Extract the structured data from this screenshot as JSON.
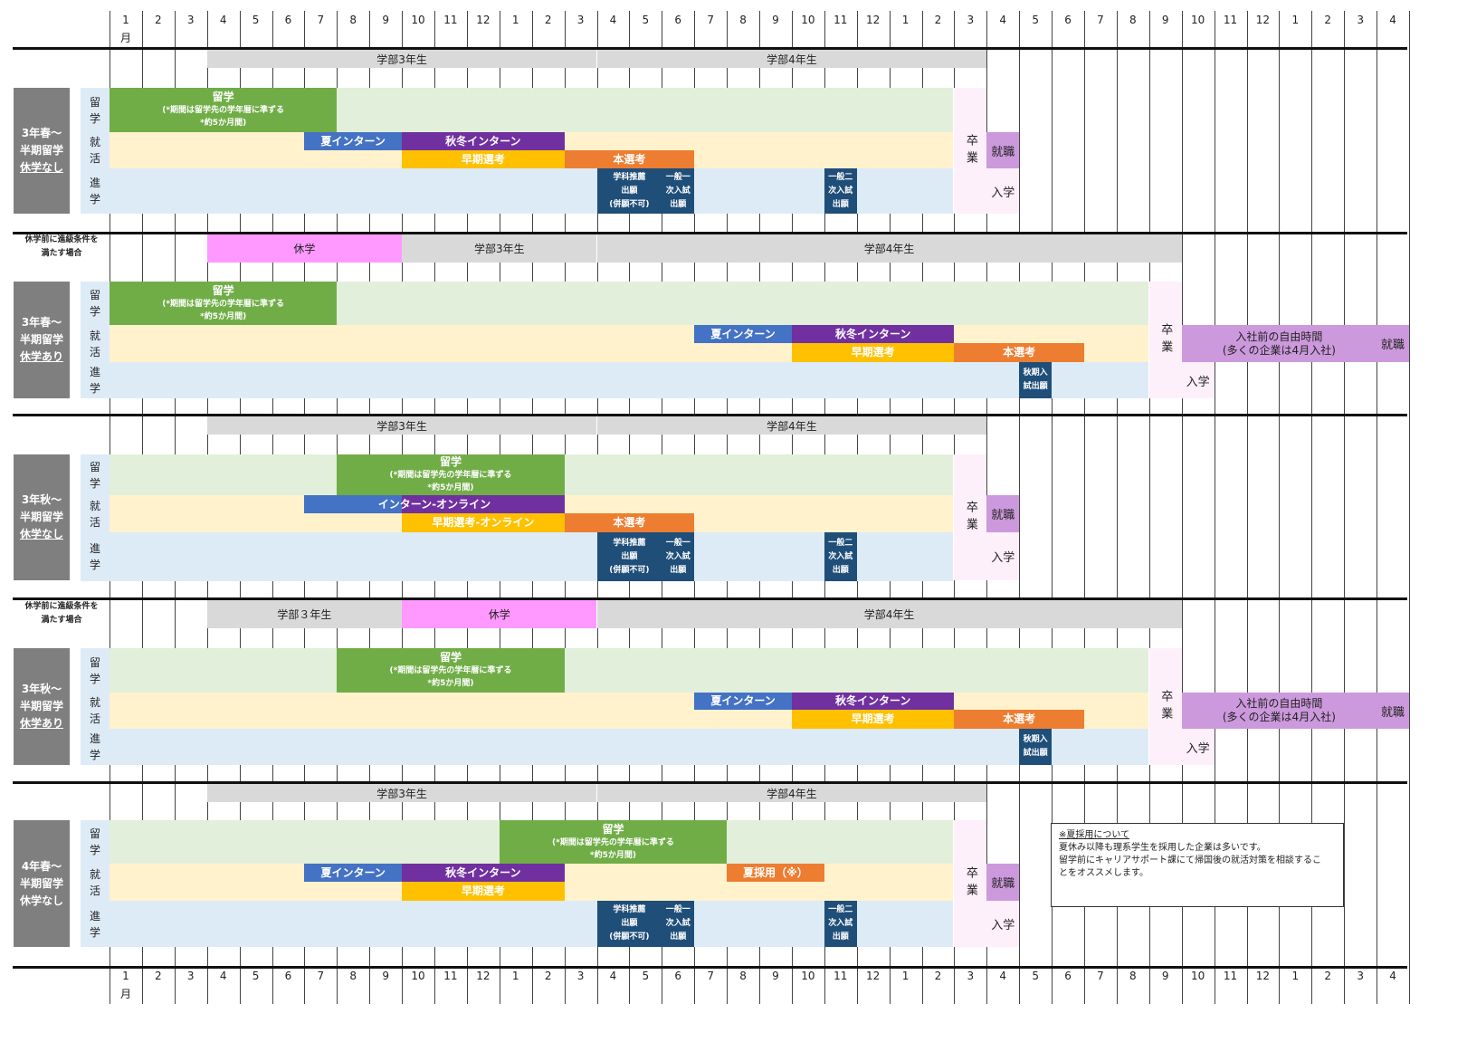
{
  "months": [
    "1",
    "2",
    "3",
    "4",
    "5",
    "6",
    "7",
    "8",
    "9",
    "10",
    "11",
    "12",
    "1",
    "2",
    "3",
    "4",
    "5",
    "6",
    "7",
    "8",
    "9",
    "10",
    "11",
    "12",
    "1",
    "2",
    "3",
    "4",
    "5",
    "6",
    "7",
    "8",
    "9",
    "10",
    "11",
    "12",
    "1",
    "2",
    "3",
    "4"
  ],
  "month_unit": "月",
  "categories": {
    "ryugaku": "留\n学",
    "shukatsu": "就\n活",
    "shingaku": "進\n学"
  },
  "labels": {
    "s1": [
      "3年春～",
      "半期留学",
      "休学なし"
    ],
    "s2": [
      "3年春～",
      "半期留学",
      "休学あり"
    ],
    "s3": [
      "3年秋～",
      "半期留学",
      "休学なし"
    ],
    "s4": [
      "3年秋～",
      "半期留学",
      "休学あり"
    ],
    "s5": [
      "4年春～",
      "半期留学",
      "休学なし"
    ]
  },
  "condition_note": [
    "休学前に進級条件を",
    "満たす場合"
  ],
  "headers": {
    "year3": "学部3年生",
    "year3_spaced": "学部３年生",
    "year4": "学部4年生",
    "leave": "休学"
  },
  "bars": {
    "ryugaku_title": "留学",
    "ryugaku_sub1": "(*期間は留学先の学年暦に準ずる",
    "ryugaku_sub2": "*約5か月間)",
    "summer_intern": "夏インターン",
    "autumn_intern": "秋冬インターン",
    "early_select": "早期選考",
    "main_select": "本選考",
    "intern_online": "インターン-オンライン",
    "early_online": "早期選考-オンライン",
    "summer_hire": "夏採用（※）",
    "free_time_1": "入社前の自由時間",
    "free_time_2": "(多くの企業は4月入社)",
    "employment": "就職",
    "graduate": "卒業",
    "enroll": "入学",
    "dept_rec": [
      "学科推薦",
      "出願",
      "(併願不可)"
    ],
    "general_1": [
      "一般一",
      "次入試",
      "出願"
    ],
    "general_2": [
      "一般二",
      "次入試",
      "出願"
    ],
    "autumn_exam": [
      "秋期入",
      "試出願"
    ]
  },
  "note": {
    "title": "※夏採用について",
    "line1": "夏休み以降も理系学生を採用した企業は多いです。",
    "line2": "留学前にキャリアサポート課にて帰国後の就活対策を相談するこ",
    "line3": "とをオススメします。"
  },
  "colors": {
    "ryugaku_band": "#e2efda",
    "shukatsu_band": "#fff2cc",
    "shingaku_band": "#ddebf7",
    "year_header": "#d9d9d9",
    "leave": "#ff99ff",
    "green": "#70ad47",
    "blue": "#4472c4",
    "purple": "#7030a0",
    "gold": "#ffc000",
    "orange": "#ed7d31",
    "navy": "#1f4e79",
    "lavender": "#cc99dd",
    "grad_pink": "#fef0fb",
    "label_gray": "#7f7f7f"
  }
}
